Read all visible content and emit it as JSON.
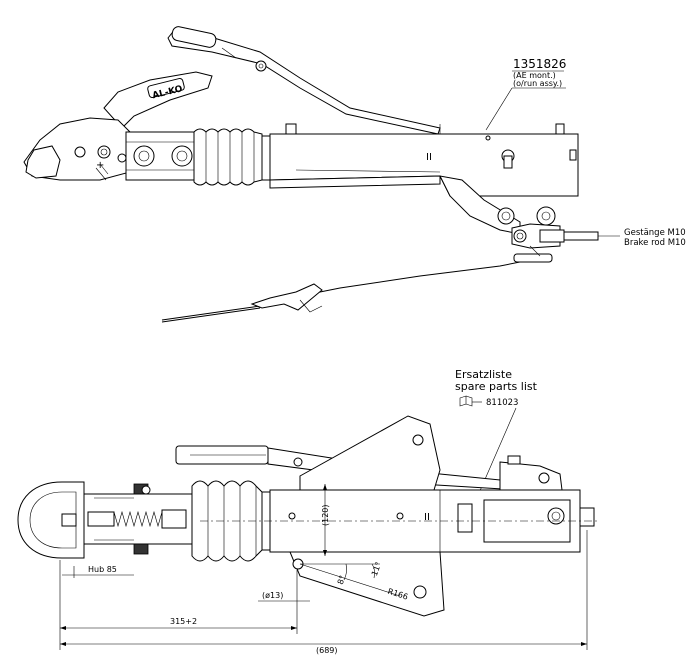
{
  "top_view": {
    "part_number": "1351826",
    "assembly_de": "(AE mont.)",
    "assembly_en": "(o/run assy.)",
    "brand_logo": "AL-KO",
    "rod_label_de": "Gestänge M10",
    "rod_label_en": "Brake rod M10",
    "slot_mark": "II"
  },
  "bottom_view": {
    "spare_title_de": "Ersatzliste",
    "spare_title_en": "spare parts list",
    "spare_number": "811023",
    "dim_total": "(689)",
    "dim_315": "315+2",
    "dim_hub": "Hub 85",
    "dim_hole": "(ø13)",
    "dim_height": "(120)",
    "dim_radius": "R166",
    "dim_angle_1": "8°",
    "dim_angle_2": "11°",
    "slot_mark": "II"
  },
  "icons": {
    "book": "book-icon"
  }
}
